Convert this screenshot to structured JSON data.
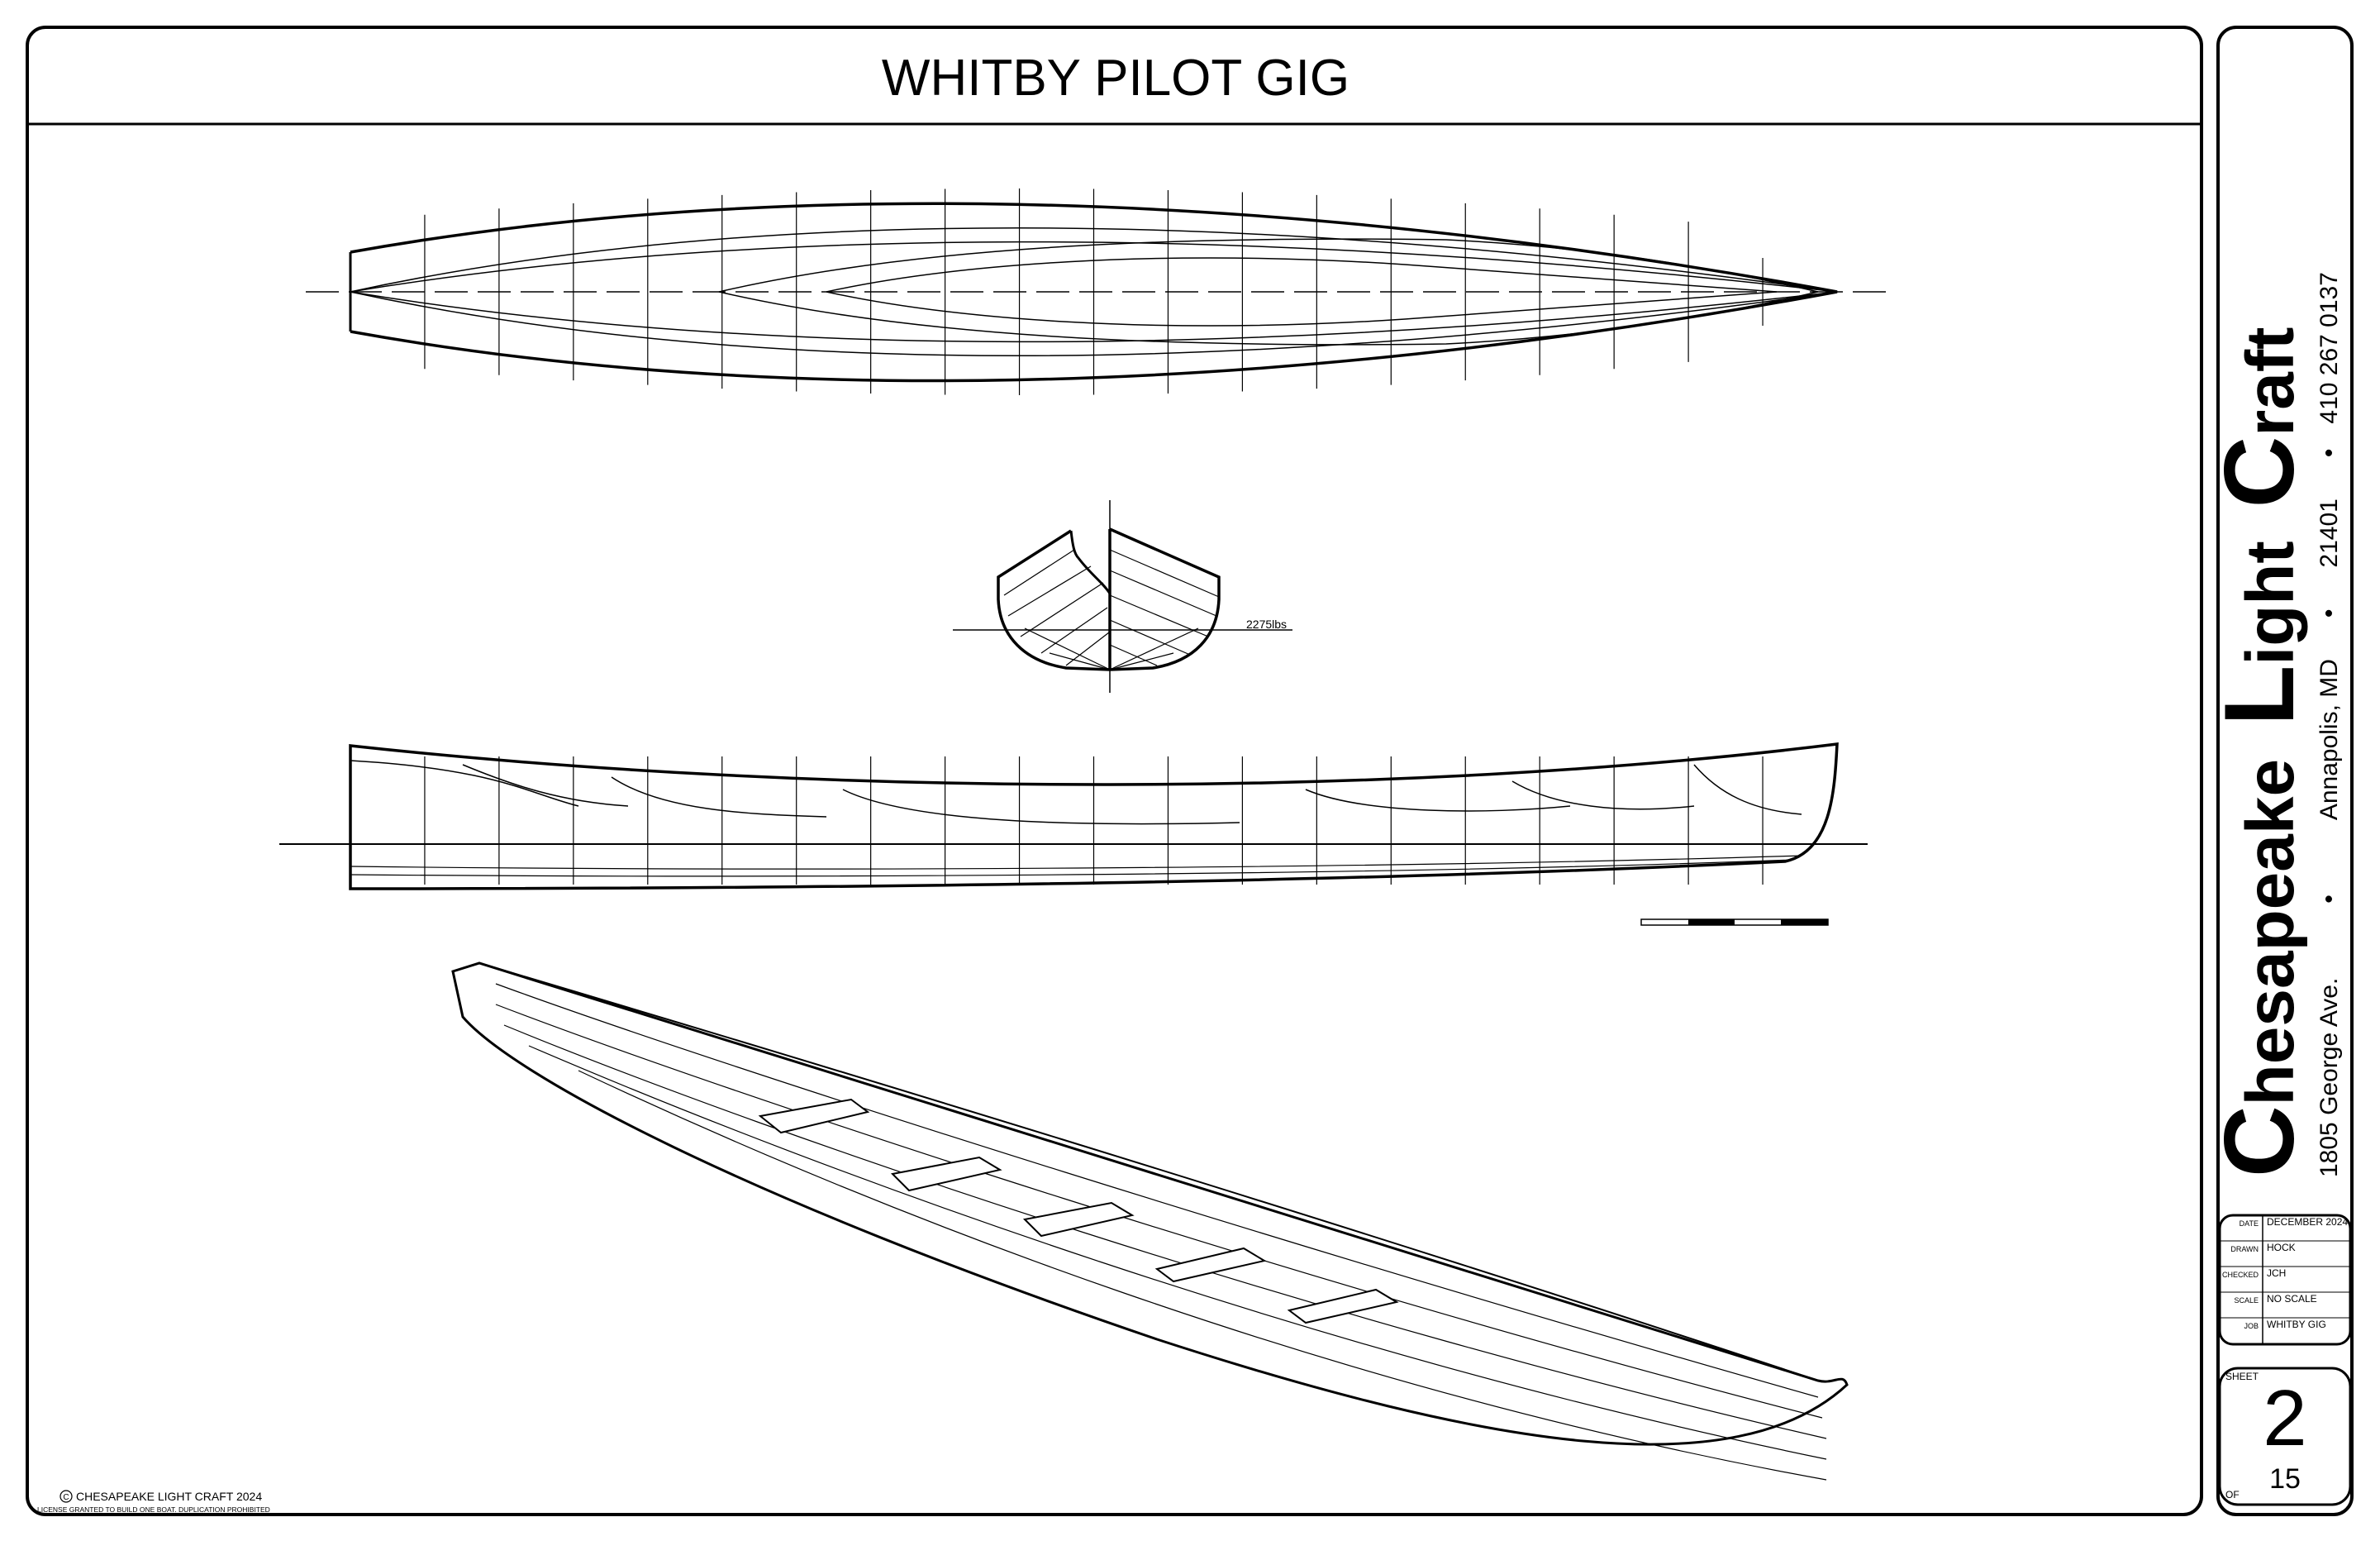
{
  "title": "WHITBY PILOT GIG",
  "displacement_label": "2275lbs",
  "company": {
    "name_parts": [
      {
        "cap": "C",
        "rest": "hesapeake"
      },
      {
        "cap": "L",
        "rest": "ight"
      },
      {
        "cap": "C",
        "rest": "raft"
      }
    ],
    "address": "1805 George Ave.",
    "city": "Annapolis, MD",
    "zip": "21401",
    "phone": "410 267 0137",
    "bullet": "•"
  },
  "title_block": [
    {
      "label": "DATE",
      "value": "DECEMBER 2024"
    },
    {
      "label": "DRAWN",
      "value": "HOCK"
    },
    {
      "label": "CHECKED",
      "value": "JCH"
    },
    {
      "label": "SCALE",
      "value": "NO SCALE"
    },
    {
      "label": "JOB",
      "value": "WHITBY GIG"
    }
  ],
  "sheet": {
    "label": "SHEET",
    "number": "2",
    "of_label": "OF",
    "total": "15"
  },
  "copyright": "CHESAPEAKE LIGHT CRAFT 2024",
  "copyright_symbol": "C",
  "license": "LICENSE GRANTED TO BUILD ONE BOAT. DUPLICATION PROHIBITED"
}
